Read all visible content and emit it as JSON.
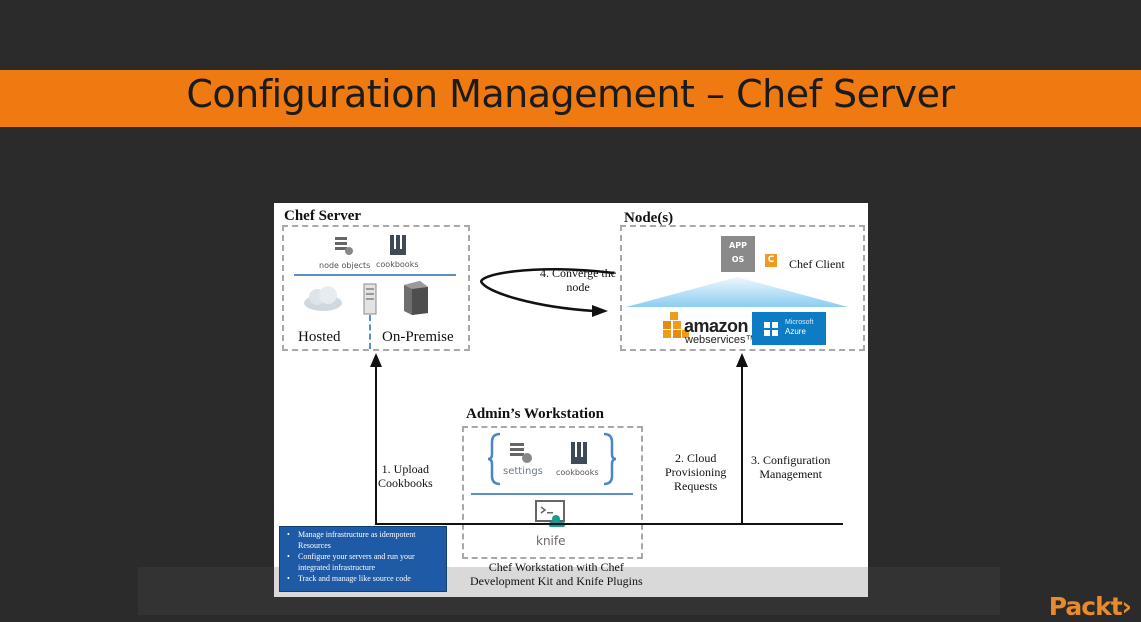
{
  "slide_title": "Configuration Management – Chef Server",
  "brand": "Packt›",
  "diagram": {
    "chef_server": {
      "title": "Chef Server",
      "node_objects_label": "node objects",
      "cookbooks_label": "cookbooks",
      "hosted_label": "Hosted",
      "on_premise_label": "On-Premise"
    },
    "nodes": {
      "title": "Node(s)",
      "app_label": "APP",
      "os_label": "OS",
      "chef_client_label": "Chef Client",
      "chef_c_glyph": "C",
      "aws_text": "amazon",
      "aws_sub": "webservices™",
      "azure_line1": "Microsoft",
      "azure_line2": "Azure"
    },
    "converge": {
      "line1": "4. Converge the",
      "line2": "node"
    },
    "workstation": {
      "title": "Admin’s Workstation",
      "settings_label": "settings",
      "cookbooks_label": "cookbooks",
      "knife_label": "knife",
      "caption_line1": "Chef Workstation with Chef",
      "caption_line2": "Development Kit and Knife Plugins"
    },
    "upload": {
      "line1": "1. Upload",
      "line2": "Cookbooks"
    },
    "cloud": {
      "line1": "2. Cloud",
      "line2": "Provisioning",
      "line3": "Requests"
    },
    "config": {
      "line1": "3. Configuration",
      "line2": "Management"
    },
    "bullets": [
      "Manage infrastructure as idempotent Resources",
      "Configure your servers and run your integrated infrastructure",
      "Track and manage like source code"
    ]
  },
  "colors": {
    "banner": "#ef7a12",
    "background": "#2b2b2b",
    "accent_blue": "#5b8fc9",
    "info_box": "#1f5aa6",
    "brand": "#e98a2c"
  }
}
